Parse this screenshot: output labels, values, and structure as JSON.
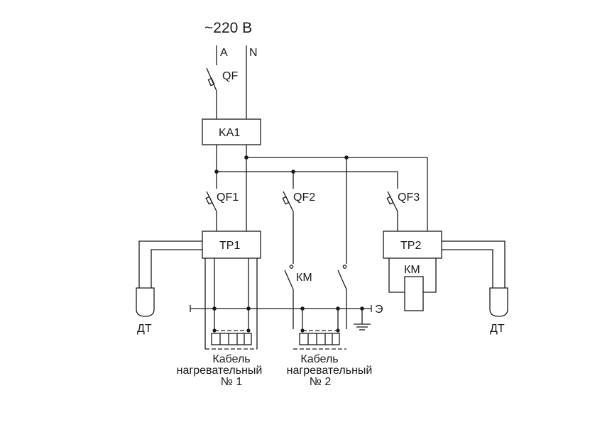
{
  "supply": {
    "voltage": "~220 В",
    "phase": "A",
    "neutral": "N"
  },
  "devices": {
    "main_breaker": "QF",
    "relay": "KA1",
    "breaker_1": "QF1",
    "breaker_2": "QF2",
    "breaker_3": "QF3",
    "thermoregulator_1": "TP1",
    "thermoregulator_2": "TP2",
    "contactor_coil": "КМ",
    "contactor_contacts": "КМ"
  },
  "sensors": {
    "left": "ДТ",
    "right": "ДТ"
  },
  "ground_bus": "Э",
  "cables": [
    {
      "line1": "Кабель",
      "line2": "нагревательный",
      "line3": "№ 1"
    },
    {
      "line1": "Кабель",
      "line2": "нагревательный",
      "line3": "№ 2"
    }
  ],
  "colors": {
    "stroke": "#1a1a1a",
    "background": "#ffffff"
  }
}
